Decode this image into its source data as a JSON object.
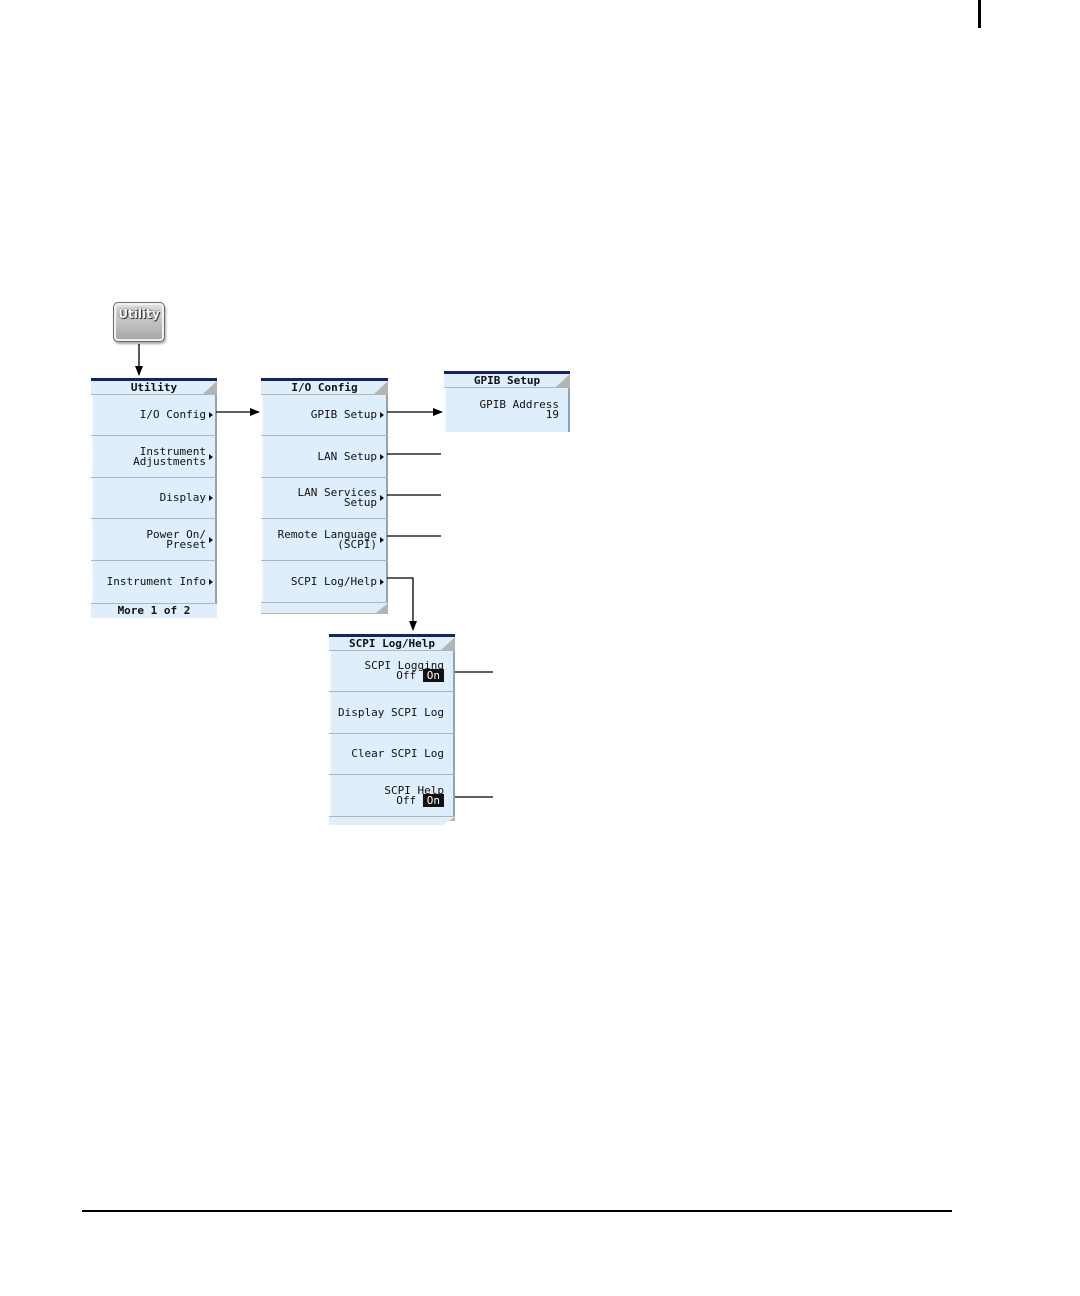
{
  "hard_key": {
    "label": "Utility"
  },
  "utility_menu": {
    "title": "Utility",
    "keys": [
      {
        "lines": [
          "I/O Config"
        ]
      },
      {
        "lines": [
          "Instrument",
          "Adjustments"
        ]
      },
      {
        "lines": [
          "Display"
        ]
      },
      {
        "lines": [
          "Power On/",
          "Preset"
        ]
      },
      {
        "lines": [
          "Instrument Info"
        ]
      }
    ],
    "more": "More 1 of 2"
  },
  "io_config_menu": {
    "title": "I/O Config",
    "keys": [
      {
        "lines": [
          "GPIB Setup"
        ]
      },
      {
        "lines": [
          "LAN Setup"
        ]
      },
      {
        "lines": [
          "LAN Services",
          "Setup"
        ]
      },
      {
        "lines": [
          "Remote Language",
          "(SCPI)"
        ]
      },
      {
        "lines": [
          "SCPI Log/Help"
        ]
      }
    ]
  },
  "gpib_menu": {
    "title": "GPIB Setup",
    "keys": [
      {
        "label": "GPIB Address",
        "value": "19"
      }
    ]
  },
  "scpi_menu": {
    "title": "SCPI Log/Help",
    "keys": [
      {
        "label": "SCPI Logging",
        "off": "Off",
        "on": "On"
      },
      {
        "label": "Display SCPI Log"
      },
      {
        "label": "Clear SCPI Log"
      },
      {
        "label": "SCPI Help",
        "off": "Off",
        "on": "On"
      }
    ]
  }
}
